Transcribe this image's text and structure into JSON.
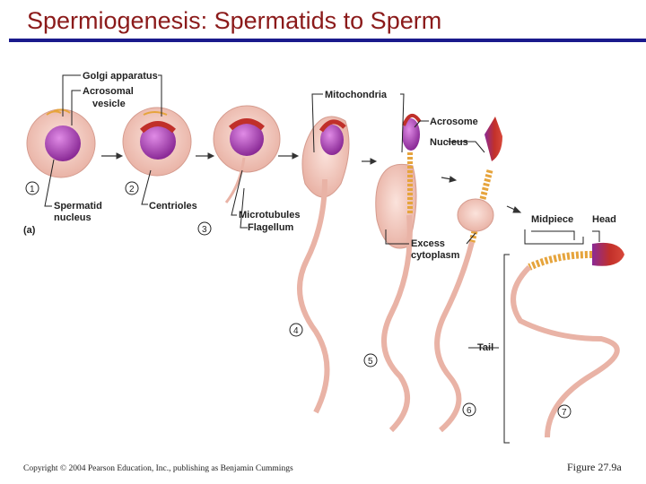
{
  "title": "Spermiogenesis: Spermatids to Sperm",
  "footer": {
    "copyright": "Copyright © 2004 Pearson Education, Inc., publishing as Benjamin Cummings",
    "figure": "Figure 27.9a"
  },
  "panel_label": "(a)",
  "labels": {
    "golgi": "Golgi apparatus",
    "acrosomal_1": "Acrosomal",
    "acrosomal_2": "vesicle",
    "spermatid_1": "Spermatid",
    "spermatid_2": "nucleus",
    "centrioles": "Centrioles",
    "mitochondria": "Mitochondria",
    "microtubules": "Microtubules",
    "flagellum": "Flagellum",
    "acrosome": "Acrosome",
    "nucleus": "Nucleus",
    "excess_1": "Excess",
    "excess_2": "cytoplasm",
    "midpiece": "Midpiece",
    "head": "Head",
    "tail": "Tail"
  },
  "steps": [
    "1",
    "2",
    "3",
    "4",
    "5",
    "6",
    "7"
  ]
}
